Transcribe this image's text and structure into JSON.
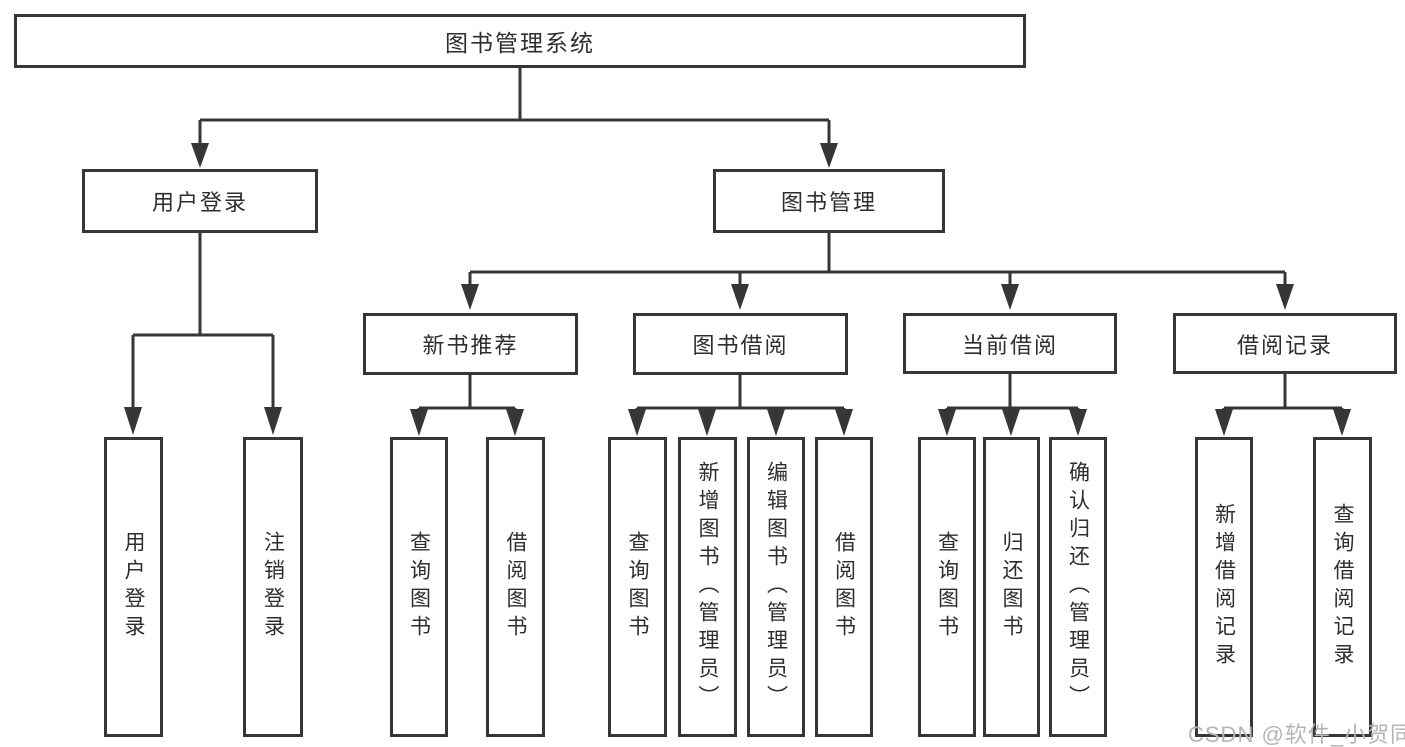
{
  "tree": {
    "root": {
      "label": "图书管理系统"
    },
    "branches": [
      {
        "label": "用户登录",
        "children": [
          "用户登录",
          "注销登录"
        ]
      },
      {
        "label": "图书管理",
        "children": [
          {
            "label": "新书推荐",
            "children": [
              "查询图书",
              "借阅图书"
            ]
          },
          {
            "label": "图书借阅",
            "children": [
              "查询图书",
              "新增图书（管理员）",
              "编辑图书（管理员）",
              "借阅图书"
            ]
          },
          {
            "label": "当前借阅",
            "children": [
              "查询图书",
              "归还图书",
              "确认归还（管理员）"
            ]
          },
          {
            "label": "借阅记录",
            "children": [
              "新增借阅记录",
              "查询借阅记录"
            ]
          }
        ]
      }
    ]
  },
  "watermark": {
    "text": "CSDN @软件_小贺同学"
  },
  "colors": {
    "line": "#363636",
    "text": "#2e2e2e",
    "background": "#ffffff",
    "watermark": "#b5b5b5"
  }
}
